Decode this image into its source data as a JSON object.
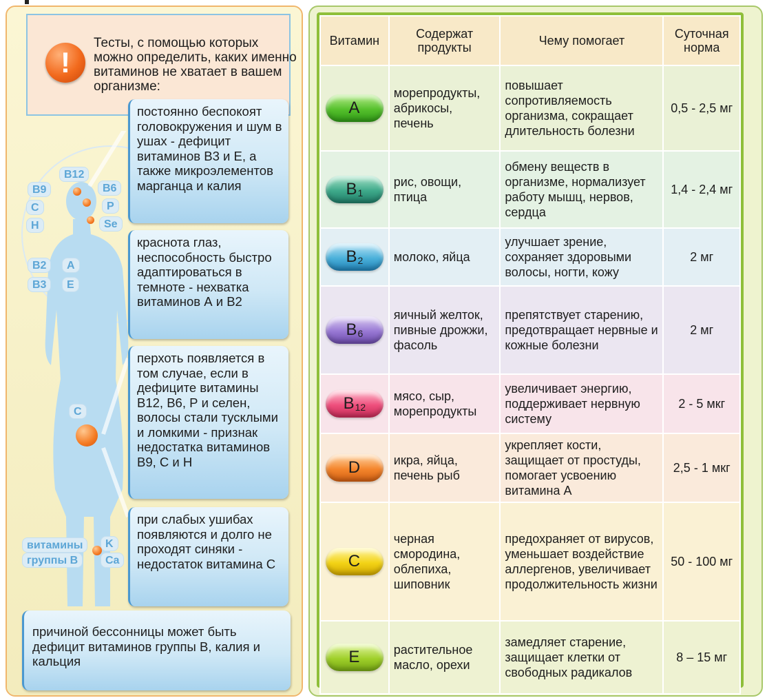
{
  "left": {
    "intro_text": "Тесты,  с помощью которых можно определить, каких именно витаминов не хватает в вашем организме:",
    "callouts": [
      "постоянно беспокоят головокружения и шум в ушах - дефицит витаминов B3 и Е, а также микроэлементов марганца и калия",
      "краснота глаз, неспособность быстро адаптироваться в темноте - нехватка витаминов А и B2",
      "перхоть появляется в том случае, если в дефиците витамины B12, B6, Р и селен, волосы стали тусклыми и ломкими - признак недостатка витаминов B9, С и Н",
      "при слабых ушибах появляются и долго не проходят синяки - недостаток витамина С",
      "причиной бессонницы может быть дефицит витаминов группы В, калия и кальция"
    ],
    "tags": {
      "b12": "B12",
      "b9": "B9",
      "b6": "B6",
      "c1": "C",
      "p": "P",
      "h": "H",
      "se": "Se",
      "b2": "B2",
      "a": "A",
      "b3": "B3",
      "e": "E",
      "c2": "C",
      "group_b_1": "витамины",
      "group_b_2": "группы В",
      "k": "K",
      "ca": "Ca"
    }
  },
  "table": {
    "headers": [
      "Витамин",
      "Содержат продукты",
      "Чему помогает",
      "Суточная норма"
    ],
    "rows": [
      {
        "vit": "A",
        "sub": "",
        "products": "морепродукты, абрикосы, печень",
        "helps": "повышает сопротивляемость организма, сокращает длительность болезни",
        "norm": "0,5 - 2,5 мг",
        "color": "#55c02c"
      },
      {
        "vit": "B",
        "sub": "1",
        "products": "рис, овощи, птица",
        "helps": "обмену веществ в  организме, нормализует работу мышц, нервов, сердца",
        "norm": "1,4 - 2,4 мг",
        "color": "#3ea98a"
      },
      {
        "vit": "B",
        "sub": "2",
        "products": "молоко, яйца",
        "helps": "улучшает зрение, сохраняет здоровыми волосы, ногти, кожу",
        "norm": "2 мг",
        "color": "#4ab0da"
      },
      {
        "vit": "B",
        "sub": "6",
        "products": "яичный желток, пивные дрожжи, фасоль",
        "helps": "препятствует старению, предотвращает нервные и кожные болезни",
        "norm": "2 мг",
        "color": "#9878d4"
      },
      {
        "vit": "B",
        "sub": "12",
        "products": "мясо, сыр, морепродукты",
        "helps": "увеличивает энергию, поддерживает нервную систему",
        "norm": "2 - 5 мкг",
        "color": "#ee4f7c"
      },
      {
        "vit": "D",
        "sub": "",
        "products": "икра, яйца, печень рыб",
        "helps": "укрепляет кости, защищает от простуды, помогает усвоению витамина А",
        "norm": "2,5 - 1 мкг",
        "color": "#f4852c"
      },
      {
        "vit": "C",
        "sub": "",
        "products": "черная смородина, облепиха, шиповник",
        "helps": "предохраняет от вирусов, уменьшает воздействие аллергенов, увеличивает продолжительность жизни",
        "norm": "50 - 100 мг",
        "color": "#f3d316"
      },
      {
        "vit": "E",
        "sub": "",
        "products": "растительное масло, орехи",
        "helps": "замедляет старение, защищает клетки от свободных радикалов",
        "norm": "8 – 15 мг",
        "color": "#9fcf2a"
      }
    ]
  }
}
